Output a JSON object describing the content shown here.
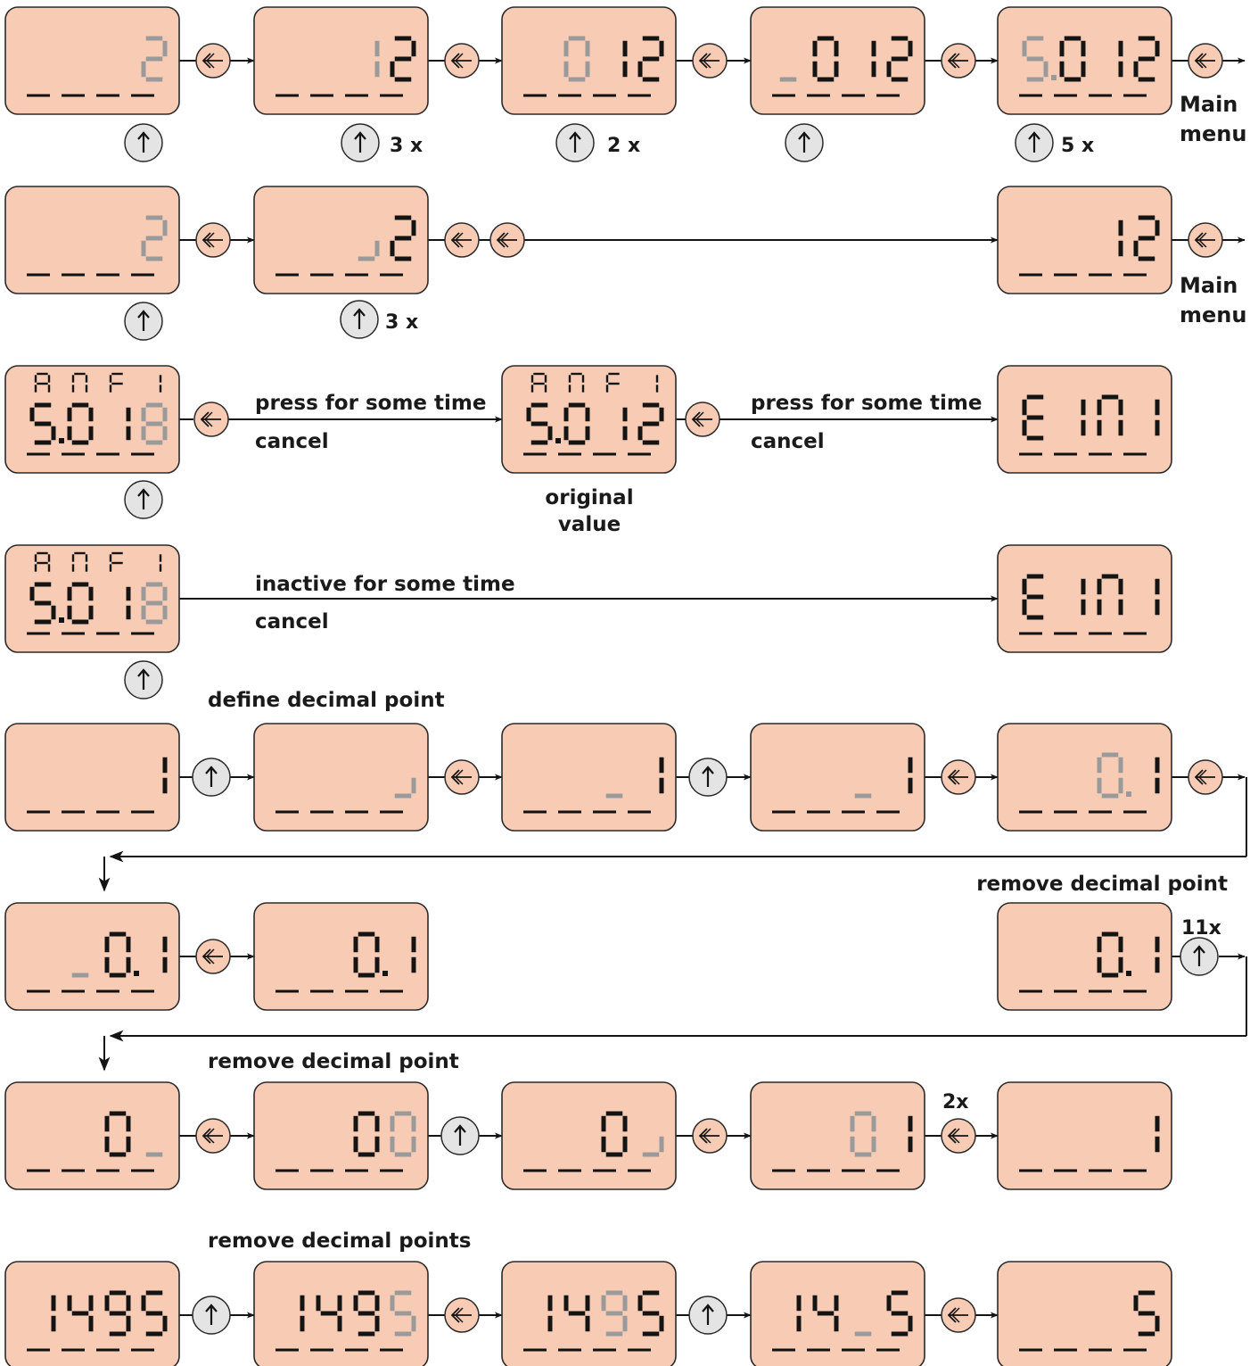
{
  "labels": {
    "row1_count_1": "3 x",
    "row1_count_2": "2 x",
    "row1_count_3": "5 x",
    "main_menu_1": "Main",
    "main_menu_2": "menu",
    "row2_count": "3 x",
    "press_for_some_time": "press for some time",
    "cancel": "cancel",
    "original_value_1": "original",
    "original_value_2": "value",
    "inactive_for_some_time": "inactive for some time",
    "define_decimal_point": "define decimal point",
    "remove_decimal_point": "remove decimal point",
    "count_11x": "11x",
    "count_2x": "2x",
    "remove_decimal_points": "remove decimal points"
  },
  "colors": {
    "lcd_background": "#f8cbb5",
    "digit_active": "#141414",
    "digit_inactive": "#9a9a9a",
    "enter_button": "#f8cbb5",
    "up_button": "#e4e4e4"
  },
  "icons": {
    "enter_button": "enter-arrow-icon",
    "up_button": "arrow-up-icon"
  },
  "displays": [
    {
      "id": "r1a",
      "top": "",
      "bottom": "   2",
      "dim": [
        3
      ],
      "dp": []
    },
    {
      "id": "r1b",
      "top": "",
      "bottom": "  12",
      "dim": [
        2
      ],
      "dp": []
    },
    {
      "id": "r1c",
      "top": "",
      "bottom": " 012",
      "dim": [
        1
      ],
      "dp": []
    },
    {
      "id": "r1d",
      "top": "",
      "bottom": "u012",
      "dim": [
        0
      ],
      "dp": []
    },
    {
      "id": "r1e",
      "top": "",
      "bottom": "5012",
      "dim": [
        0
      ],
      "dp": [
        0
      ]
    },
    {
      "id": "r2a",
      "top": "",
      "bottom": "   2",
      "dim": [
        3
      ],
      "dp": []
    },
    {
      "id": "r2b",
      "top": "",
      "bottom": "  j2",
      "dim": [
        2
      ],
      "dp": []
    },
    {
      "id": "r2c",
      "top": "",
      "bottom": "  12",
      "dim": [],
      "dp": []
    },
    {
      "id": "r3a",
      "top": "ANFi",
      "bottom": "5018",
      "dim": [
        3
      ],
      "dp": [
        0
      ]
    },
    {
      "id": "r3b",
      "top": "ANFi",
      "bottom": "5012",
      "dim": [],
      "dp": [
        0
      ]
    },
    {
      "id": "r3c",
      "top": "",
      "bottom": "EiNi",
      "dim": [],
      "dp": []
    },
    {
      "id": "r4a",
      "top": "ANFi",
      "bottom": "5018",
      "dim": [
        3
      ],
      "dp": [
        0
      ]
    },
    {
      "id": "r4b",
      "top": "",
      "bottom": "EiNi",
      "dim": [],
      "dp": []
    },
    {
      "id": "r5a",
      "top": "",
      "bottom": "   1",
      "dim": [],
      "dp": []
    },
    {
      "id": "r5b",
      "top": "",
      "bottom": "   j",
      "dim": [
        3
      ],
      "dp": []
    },
    {
      "id": "r5c",
      "top": "",
      "bottom": "  _1",
      "dim": [
        2
      ],
      "dp": []
    },
    {
      "id": "r5d",
      "top": "",
      "bottom": "  u1",
      "dim": [
        2
      ],
      "dp": []
    },
    {
      "id": "r5e",
      "top": "",
      "bottom": "  01",
      "dim": [
        2
      ],
      "dp": [
        2
      ]
    },
    {
      "id": "r6a",
      "top": "",
      "bottom": " _01",
      "dim": [
        1
      ],
      "dp": [
        2
      ]
    },
    {
      "id": "r6b",
      "top": "",
      "bottom": "  01",
      "dim": [],
      "dp": [
        2
      ]
    },
    {
      "id": "r6c",
      "top": "",
      "bottom": "  01",
      "dim": [],
      "dp": [
        2
      ]
    },
    {
      "id": "r7a",
      "top": "",
      "bottom": "  0u",
      "dim": [
        3
      ],
      "dp": []
    },
    {
      "id": "r7b",
      "top": "",
      "bottom": "  00",
      "dim": [
        3
      ],
      "dp": []
    },
    {
      "id": "r7c",
      "top": "",
      "bottom": "  0j",
      "dim": [
        3
      ],
      "dp": []
    },
    {
      "id": "r7d",
      "top": "",
      "bottom": "  01",
      "dim": [
        2
      ],
      "dp": []
    },
    {
      "id": "r7e",
      "top": "",
      "bottom": "   1",
      "dim": [],
      "dp": []
    },
    {
      "id": "r8a",
      "top": "",
      "bottom": "1495",
      "dim": [],
      "dp": []
    },
    {
      "id": "r8b",
      "top": "",
      "bottom": "1495",
      "dim": [
        3
      ],
      "dp": []
    },
    {
      "id": "r8c",
      "top": "",
      "bottom": "1495",
      "dim": [
        2
      ],
      "dp": []
    },
    {
      "id": "r8d",
      "top": "",
      "bottom": "14_5",
      "dim": [
        2
      ],
      "dp": []
    },
    {
      "id": "r8e",
      "top": "",
      "bottom": "   5",
      "dim": [],
      "dp": []
    }
  ]
}
